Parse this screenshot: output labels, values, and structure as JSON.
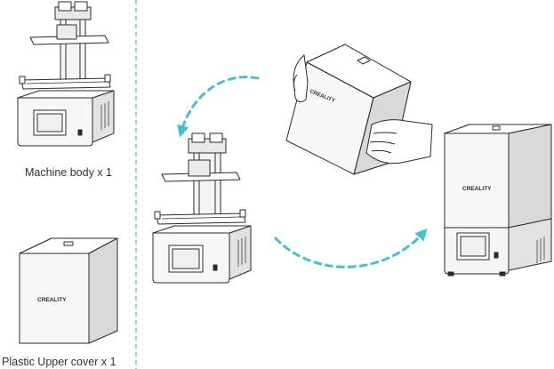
{
  "labels": {
    "machine_body": "Machine body x 1",
    "upper_cover": "Plastic Upper cover x 1"
  },
  "brand": {
    "logo_text": "CREALITY"
  },
  "colors": {
    "line": "#2b2b2b",
    "arrow": "#4bbdd1",
    "divider": "#4bbdd1",
    "fill_light": "#ffffff",
    "fill_gray": "#f2f2f2",
    "fill_dark": "#d9d9d9"
  }
}
